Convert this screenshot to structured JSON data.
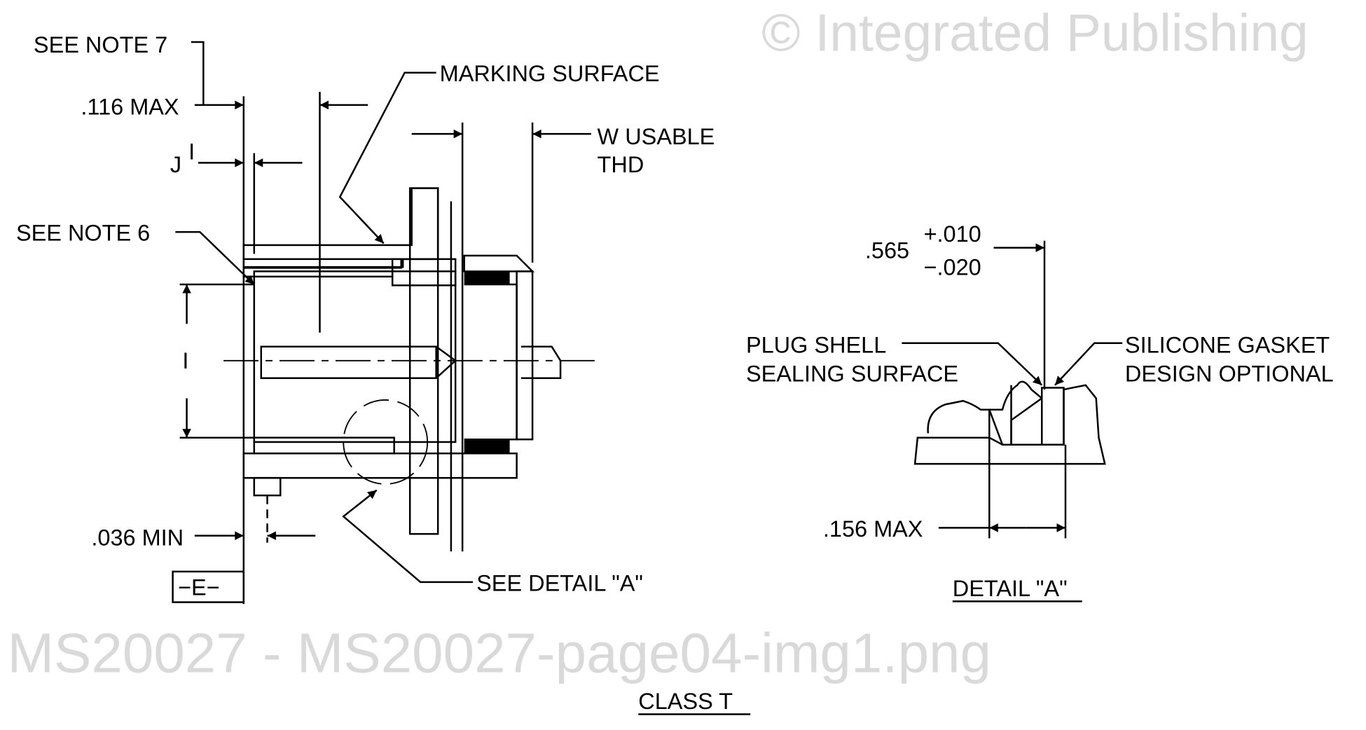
{
  "watermark": {
    "line1": "© Integrated Publishing",
    "line2": "MS20027 - MS20027-page04-img1.png"
  },
  "main_view": {
    "see_note_7": "SEE NOTE 7",
    "dim_116_max": ".116 MAX",
    "marking_surface": "MARKING SURFACE",
    "w_usable": "W  USABLE",
    "thd": "THD",
    "j_label": "J",
    "j_superscript": "I",
    "see_note_6": "SEE NOTE 6",
    "i_label": "I",
    "dim_036_min": ".036 MIN",
    "datum_e": "−E−",
    "see_detail_a": "SEE DETAIL \"A\""
  },
  "detail_a": {
    "dim_565": ".565",
    "tol_plus": "+.010",
    "tol_minus": "−.020",
    "plug_shell_1": "PLUG SHELL",
    "plug_shell_2": "SEALING SURFACE",
    "gasket_1": "SILICONE GASKET",
    "gasket_2": "DESIGN OPTIONAL",
    "dim_156_max": ".156 MAX",
    "title": "DETAIL \"A\""
  },
  "caption": "CLASS  T"
}
